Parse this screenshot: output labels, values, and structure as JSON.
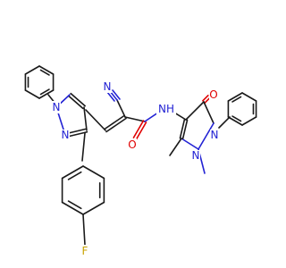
{
  "colors": {
    "bond": "#1a1a1a",
    "nitrogen": "#2323d4",
    "oxygen": "#e00000",
    "fluorine": "#c8a200",
    "background": "#ffffff"
  },
  "atoms": {
    "nitrile_n": {
      "text": "N",
      "color": "#2323d4"
    },
    "amide_o": {
      "text": "O",
      "color": "#e00000"
    },
    "amide_nh": {
      "text": "NH",
      "color": "#2323d4"
    },
    "ring_o": {
      "text": "O",
      "color": "#e00000"
    },
    "pz2_n1": {
      "text": "N",
      "color": "#2323d4"
    },
    "pz2_n2": {
      "text": "N",
      "color": "#2323d4"
    },
    "pz1_n1": {
      "text": "N",
      "color": "#2323d4"
    },
    "pz1_n2": {
      "text": "N",
      "color": "#2323d4"
    },
    "fluorine": {
      "text": "F",
      "color": "#c8a200"
    }
  }
}
